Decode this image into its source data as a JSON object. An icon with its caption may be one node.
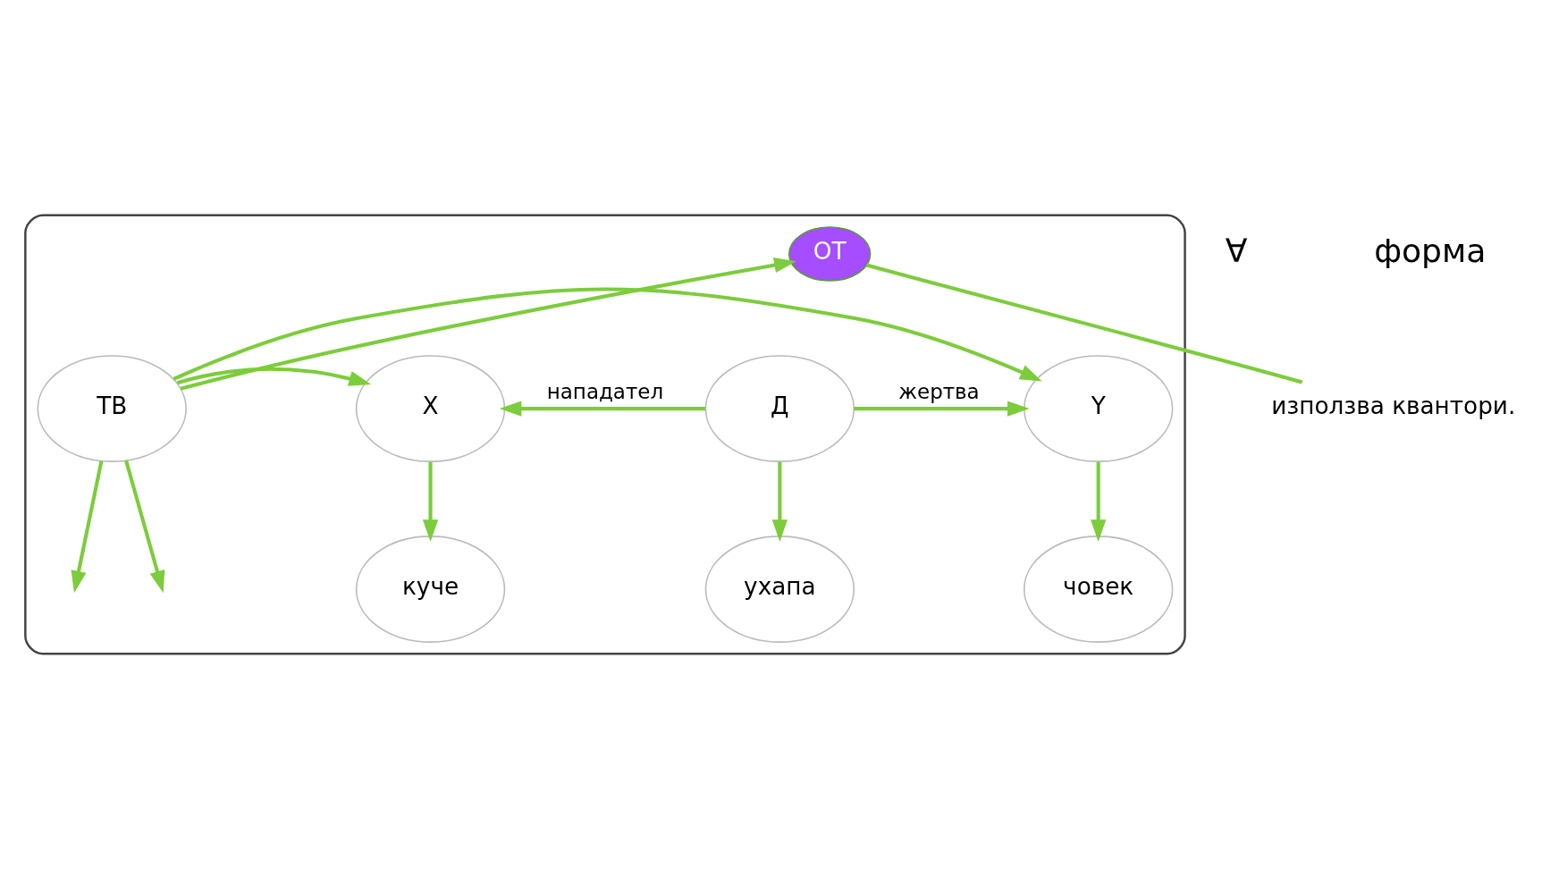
{
  "diagram": {
    "nodes": [
      {
        "text": [],
        "shape": "box"
      },
      {
        "text": [
          "ОТ"
        ],
        "in": 0
      },
      {
        "text": [
          "ТВ"
        ],
        "in": 0
      },
      {
        "text": [
          "X"
        ],
        "in": 0
      },
      {
        "text": [
          "Д"
        ],
        "in": 0
      },
      {
        "text": [
          "Y"
        ],
        "in": 0
      },
      {
        "text": [
          "куче"
        ],
        "in": 0
      },
      {
        "text": [
          "ухапа"
        ],
        "in": 0
      },
      {
        "text": [
          "човек"
        ],
        "in": 0
      },
      {
        "text": [
          "използва квантори."
        ]
      }
    ],
    "edges": [
      {
        "from": 1,
        "to": 9,
        "arrow": "none"
      },
      {
        "from": 2,
        "to": 1,
        "arrow": "to"
      },
      {
        "from": 2,
        "to": 5,
        "arrow": "to"
      },
      {
        "from": 2,
        "to": 3,
        "arrow": "to"
      },
      {
        "from": 2,
        "to": null,
        "arrow": "to"
      },
      {
        "from": 2,
        "to": null,
        "arrow": "to"
      },
      {
        "from": 4,
        "to": 3,
        "arrow": "to",
        "label": "нападател"
      },
      {
        "from": 4,
        "to": 5,
        "arrow": "to",
        "label": "жертва"
      },
      {
        "from": 3,
        "to": 6,
        "arrow": "to"
      },
      {
        "from": 4,
        "to": 7,
        "arrow": "to"
      },
      {
        "from": 5,
        "to": 8,
        "arrow": "to"
      }
    ],
    "labels": [
      "∀",
      "форма"
    ]
  }
}
